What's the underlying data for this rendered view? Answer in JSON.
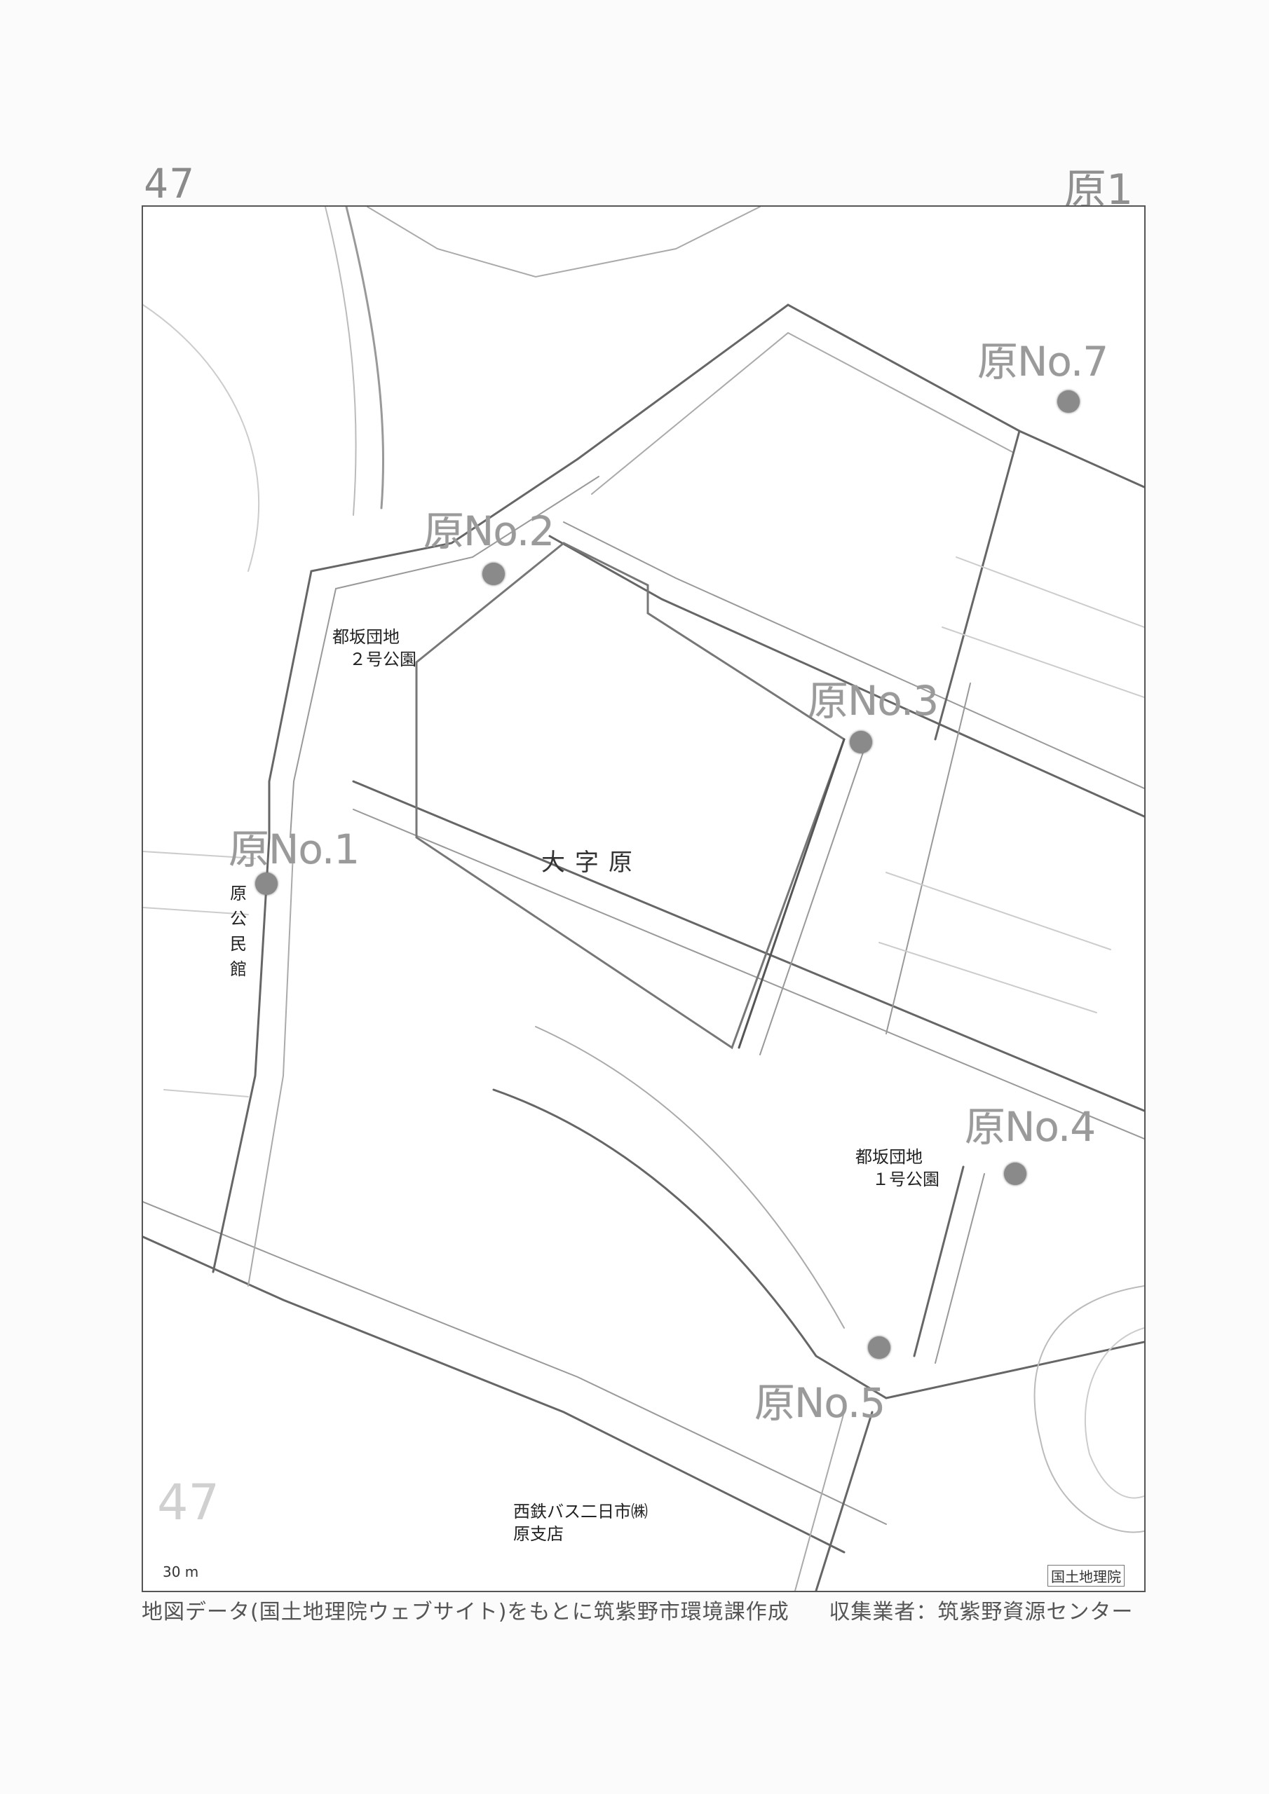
{
  "header": {
    "page_number": "47",
    "sheet_code": "原1"
  },
  "points": [
    {
      "label": "原No.1"
    },
    {
      "label": "原No.2"
    },
    {
      "label": "原No.3"
    },
    {
      "label": "原No.4"
    },
    {
      "label": "原No.5"
    },
    {
      "label": "原No.7"
    }
  ],
  "places": {
    "park2_line1": "都坂団地",
    "park2_line2": "２号公園",
    "park1_line1": "都坂団地",
    "park1_line2": "１号公園",
    "community_hall": "原公民館",
    "area_name": "大字原",
    "bus_line1": "西鉄バス二日市㈱",
    "bus_line2": "原支店",
    "faint_map_number": "47"
  },
  "map": {
    "scale_label": "30 m",
    "credit": "国土地理院"
  },
  "footer": {
    "source": "地図データ(国土地理院ウェブサイト)をもとに筑紫野市環境課作成",
    "collector": "収集業者：筑紫野資源センター"
  }
}
